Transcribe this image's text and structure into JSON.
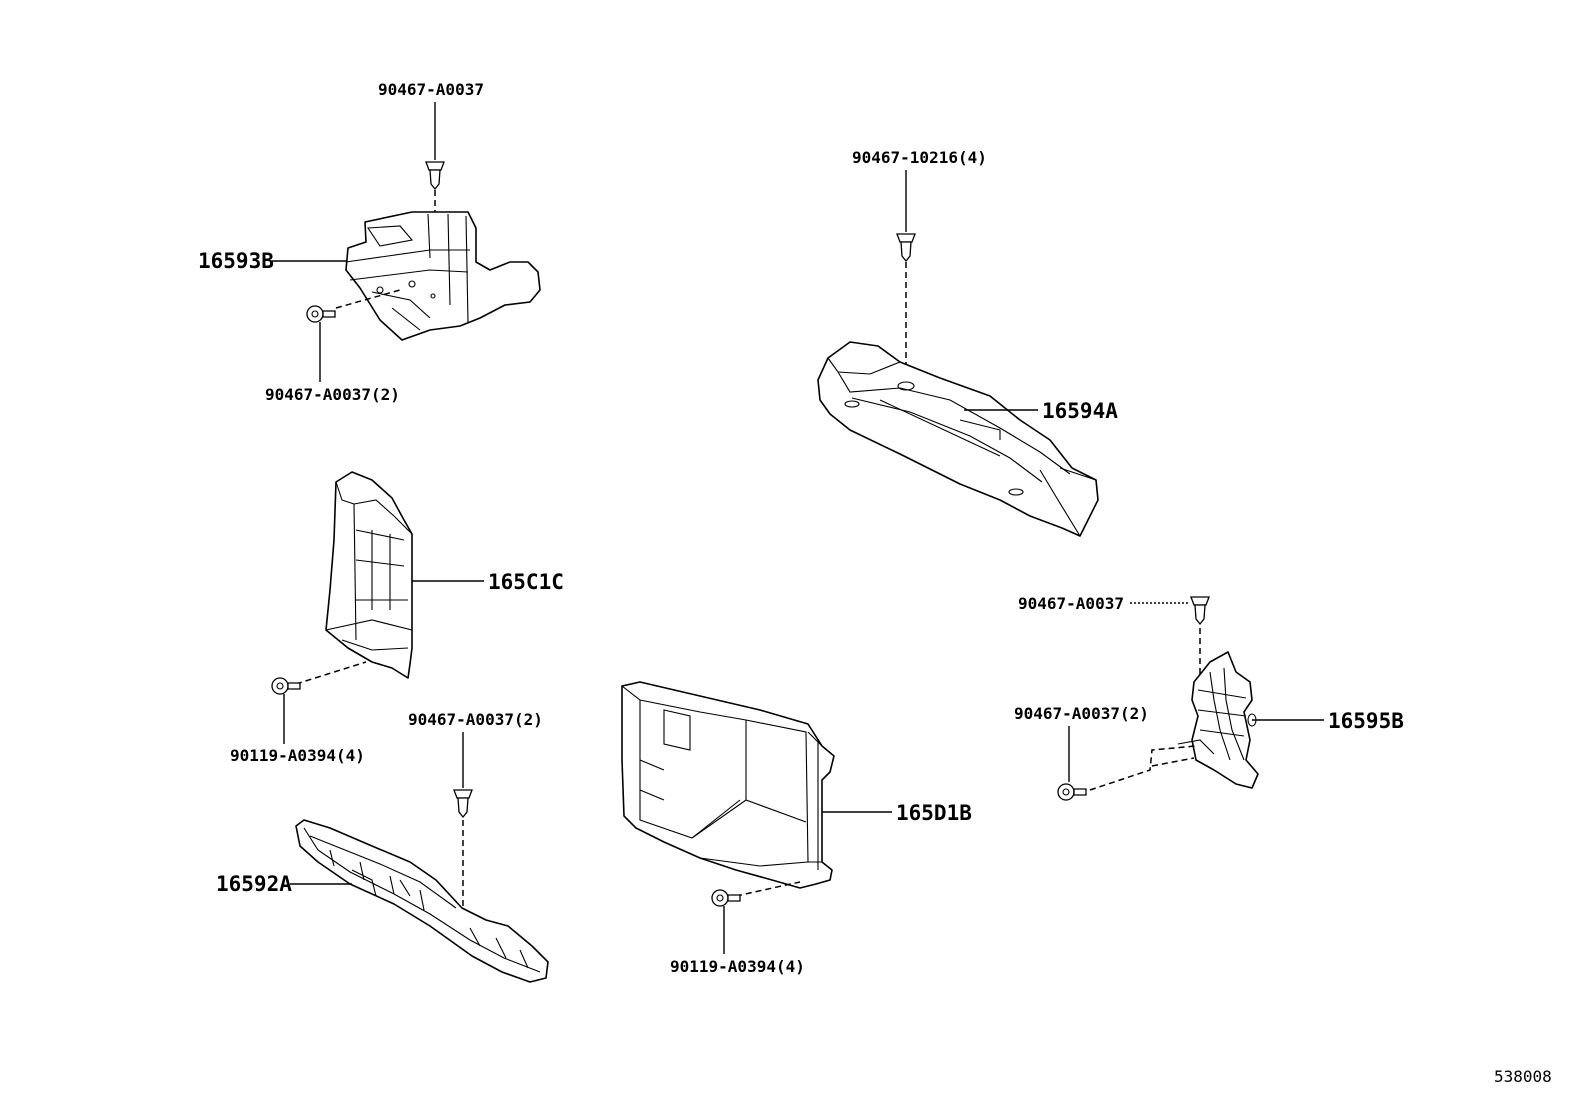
{
  "diagram_id": "538008",
  "labels": {
    "clip_top_left": "90467-A0037",
    "part_16593b": "16593B",
    "clip_16593b_side": "90467-A0037(2)",
    "clip_top_center": "90467-10216(4)",
    "part_16594a": "16594A",
    "part_165c1c": "165C1C",
    "bolt_165c1c": "90119-A0394(4)",
    "clip_16592a": "90467-A0037(2)",
    "part_16592a": "16592A",
    "part_165d1b": "165D1B",
    "bolt_165d1b": "90119-A0394(4)",
    "clip_16595b_top": "90467-A0037",
    "clip_16595b_side": "90467-A0037(2)",
    "part_16595b": "16595B"
  }
}
